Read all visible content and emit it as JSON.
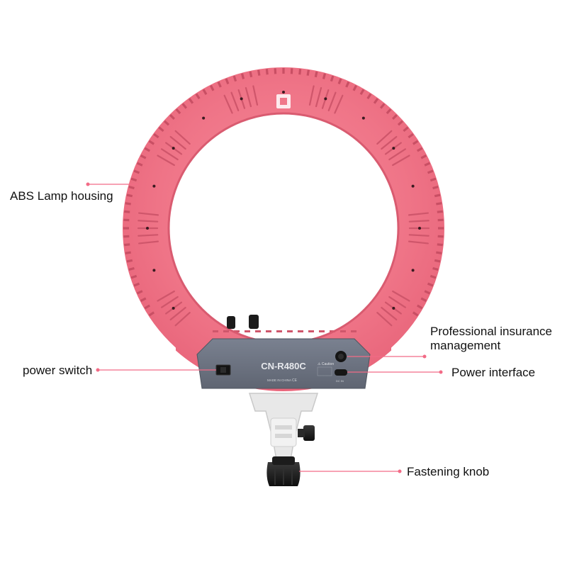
{
  "callouts": {
    "lamp_housing": "ABS Lamp housing",
    "power_switch": "power switch",
    "insurance_line1": "Professional insurance",
    "insurance_line2": "management",
    "power_interface": "Power interface",
    "fastening_knob": "Fastening knob"
  },
  "device": {
    "model": "CN-R480C",
    "caution_text": "⚠ Caution",
    "made_in": "MADE IN CHINA",
    "marks": "CE",
    "port_text": "DC IN"
  },
  "colors": {
    "ring": "#f0788a",
    "panel": "#6e7582",
    "callout_line": "#f26b86",
    "mount": "#e6e6e6",
    "knob": "#1a1a1a"
  }
}
